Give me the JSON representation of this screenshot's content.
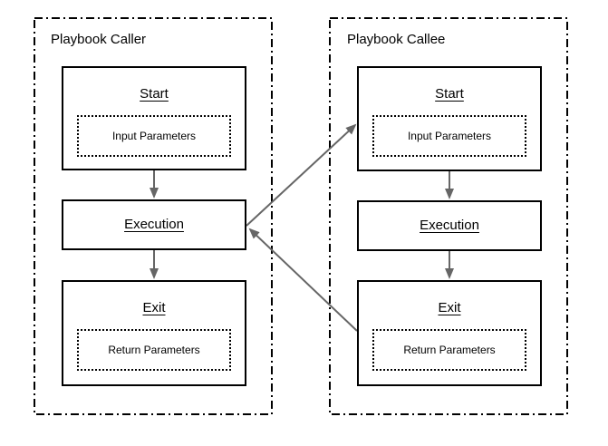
{
  "diagram": {
    "caller": {
      "title": "Playbook Caller",
      "nodes": {
        "start": {
          "label": "Start",
          "param": "Input Parameters"
        },
        "execution": {
          "label": "Execution"
        },
        "exit": {
          "label": "Exit",
          "param": "Return Parameters"
        }
      }
    },
    "callee": {
      "title": "Playbook Callee",
      "nodes": {
        "start": {
          "label": "Start",
          "param": "Input Parameters"
        },
        "execution": {
          "label": "Execution"
        },
        "exit": {
          "label": "Exit",
          "param": "Return Parameters"
        }
      }
    },
    "edges": [
      {
        "from": "caller.start",
        "to": "caller.execution",
        "type": "flow"
      },
      {
        "from": "caller.execution",
        "to": "caller.exit",
        "type": "flow"
      },
      {
        "from": "callee.start",
        "to": "callee.execution",
        "type": "flow"
      },
      {
        "from": "callee.execution",
        "to": "callee.exit",
        "type": "flow"
      },
      {
        "from": "caller.execution",
        "to": "callee.start",
        "type": "call"
      },
      {
        "from": "callee.exit",
        "to": "caller.execution",
        "type": "return"
      }
    ],
    "colors": {
      "box_border": "#000000",
      "container_border": "#000000",
      "arrow": "#666666",
      "text": "#000000",
      "background": "#ffffff"
    }
  }
}
